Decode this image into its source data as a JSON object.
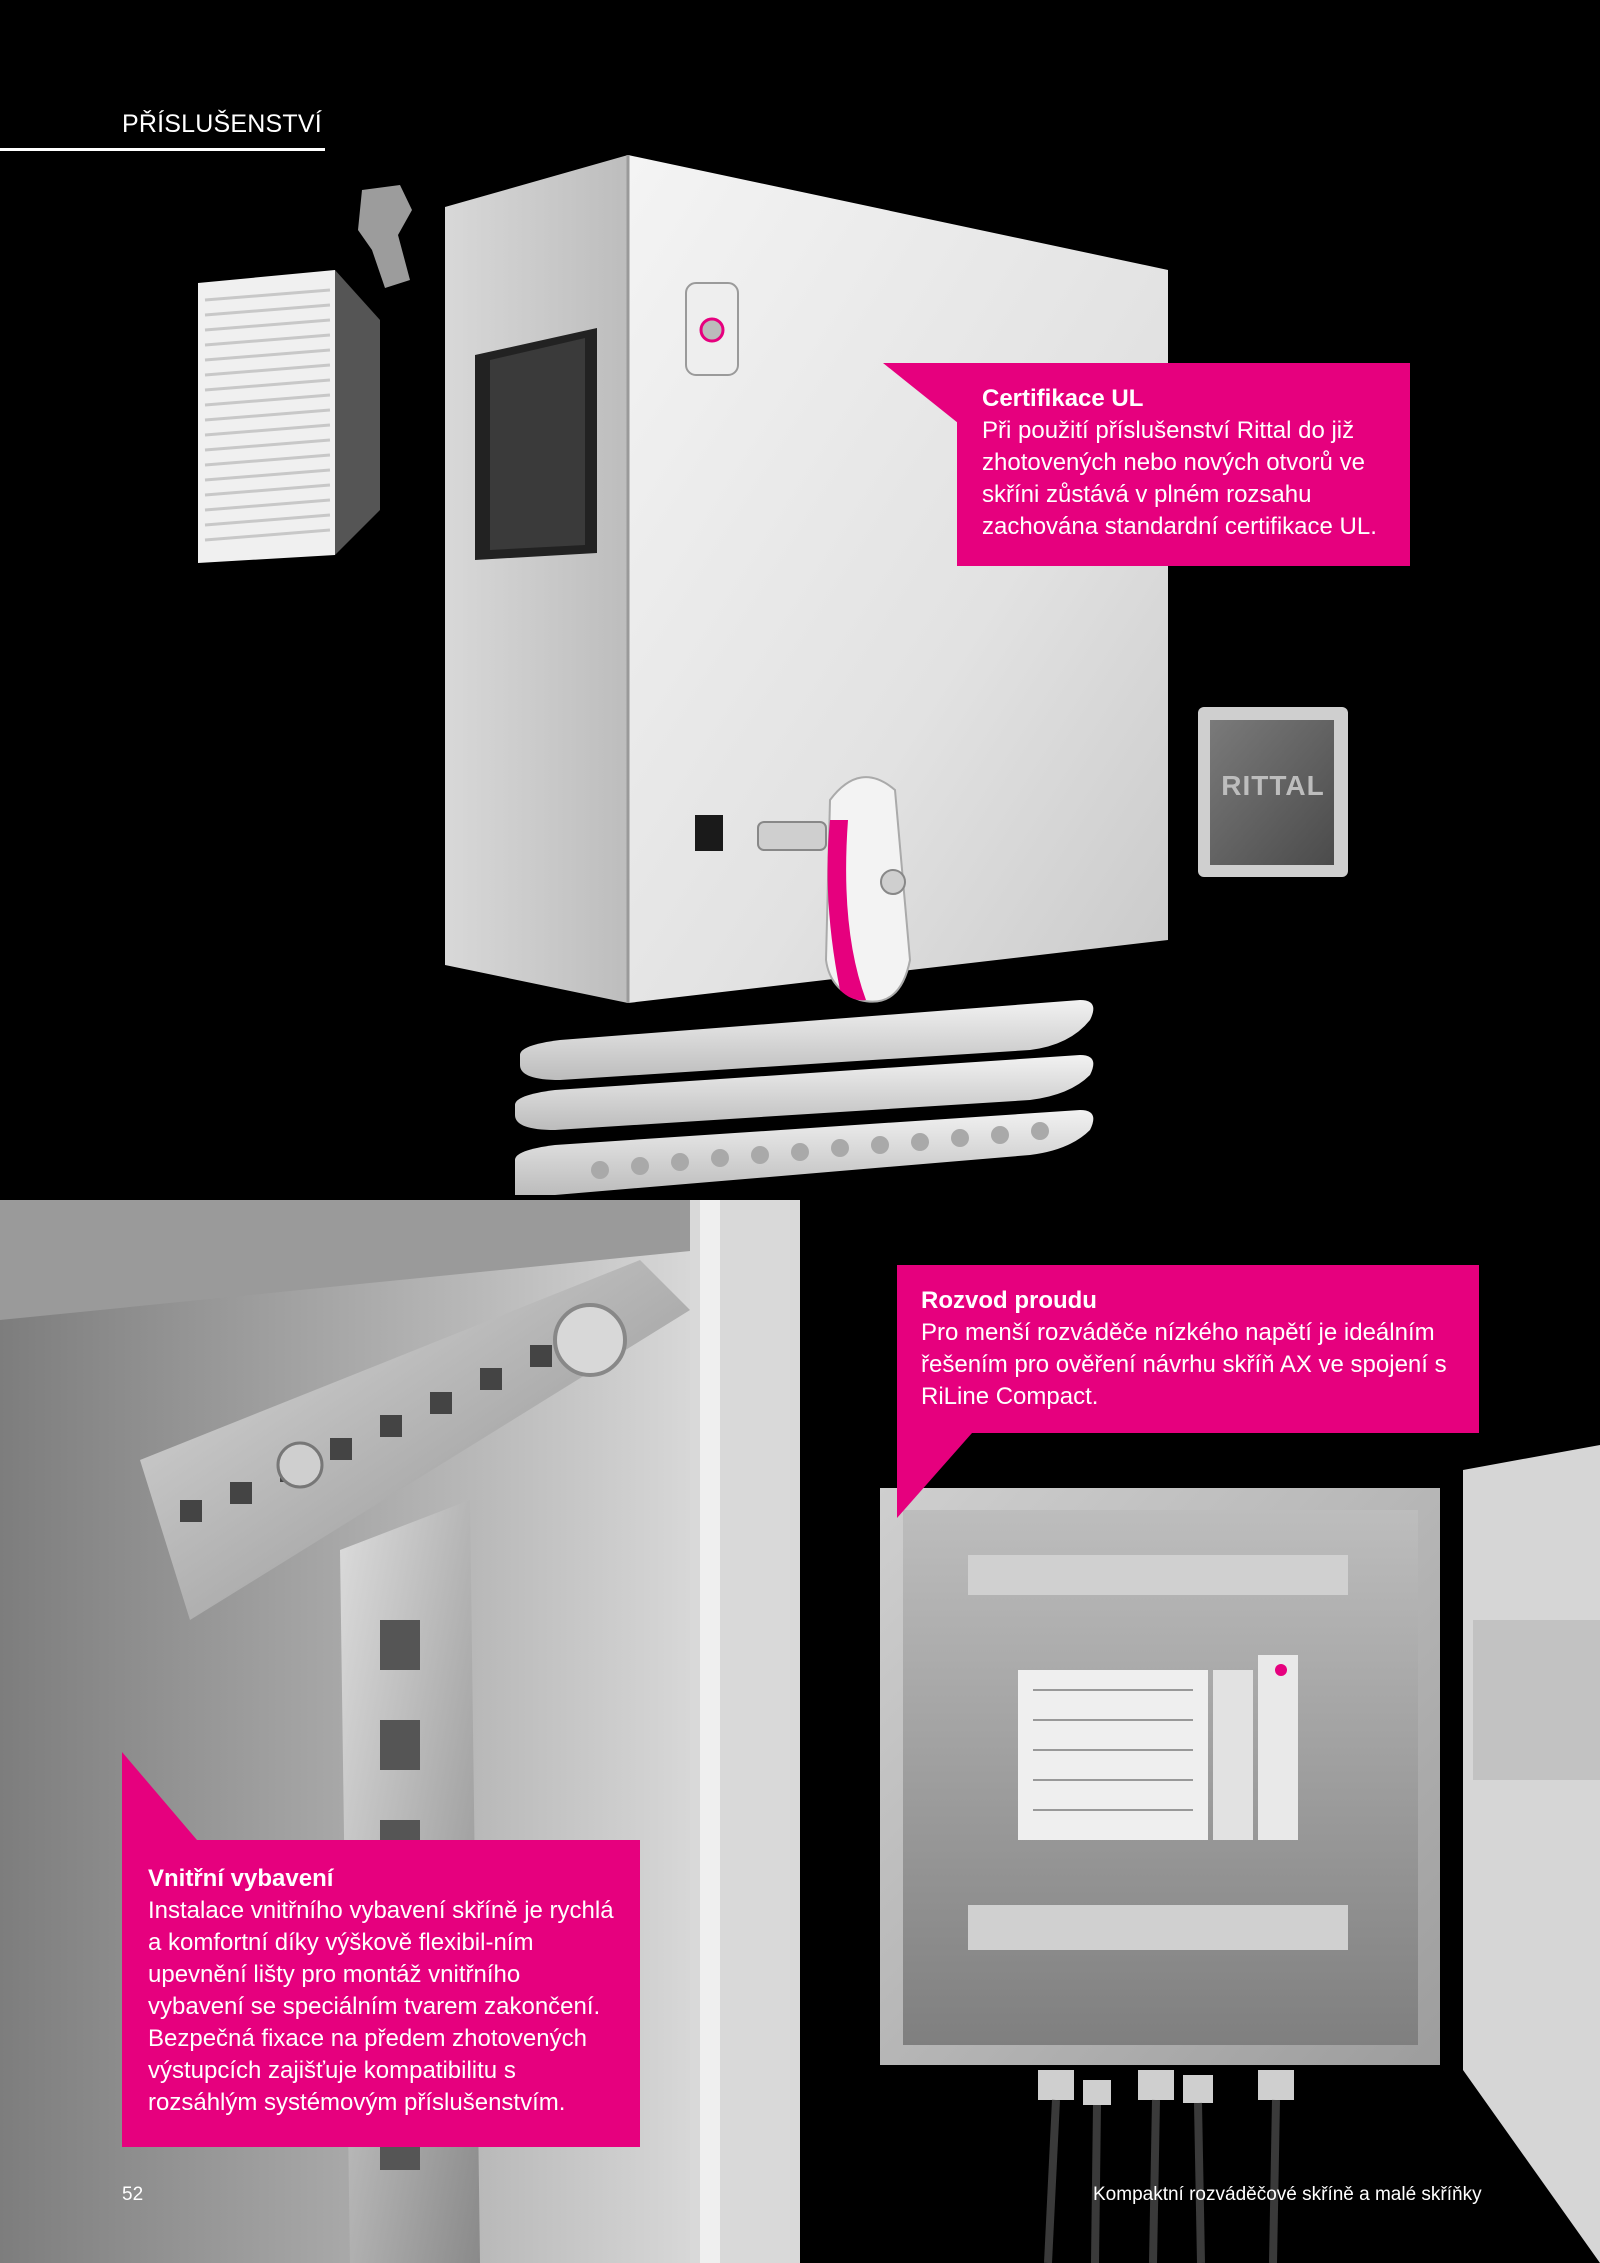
{
  "header": {
    "section_label": "PŘÍSLUŠENSTVÍ"
  },
  "callouts": {
    "ul": {
      "title": "Certifikace UL",
      "body": "Při použití příslušenství Rittal do již zhotovených nebo nových otvorů ve skříni zůstává v plném rozsahu zachována standardní certifikace UL."
    },
    "power": {
      "title": "Rozvod proudu",
      "body": "Pro menší rozváděče nízkého napětí je ideálním řešením pro ověření návrhu skříň AX ve spojení s RiLine Compact."
    },
    "interior": {
      "title": "Vnitřní vybavení",
      "body": "Instalace vnitřního vybavení skříně je rychlá a komfortní díky výškově flexibil-ním upevnění lišty pro montáž vnitřního vybavení se speciálním tvarem zakončení. Bezpečná fixace na předem zhotovených výstupcích zajišťuje kompatibilitu s rozsáhlým systémovým příslušenstvím."
    }
  },
  "brand": {
    "logo_text": "RITTAL",
    "accent": "#e6007e"
  },
  "footer": {
    "page_number": "52",
    "title": "Kompaktní rozváděčové skříně a malé skříňky"
  }
}
